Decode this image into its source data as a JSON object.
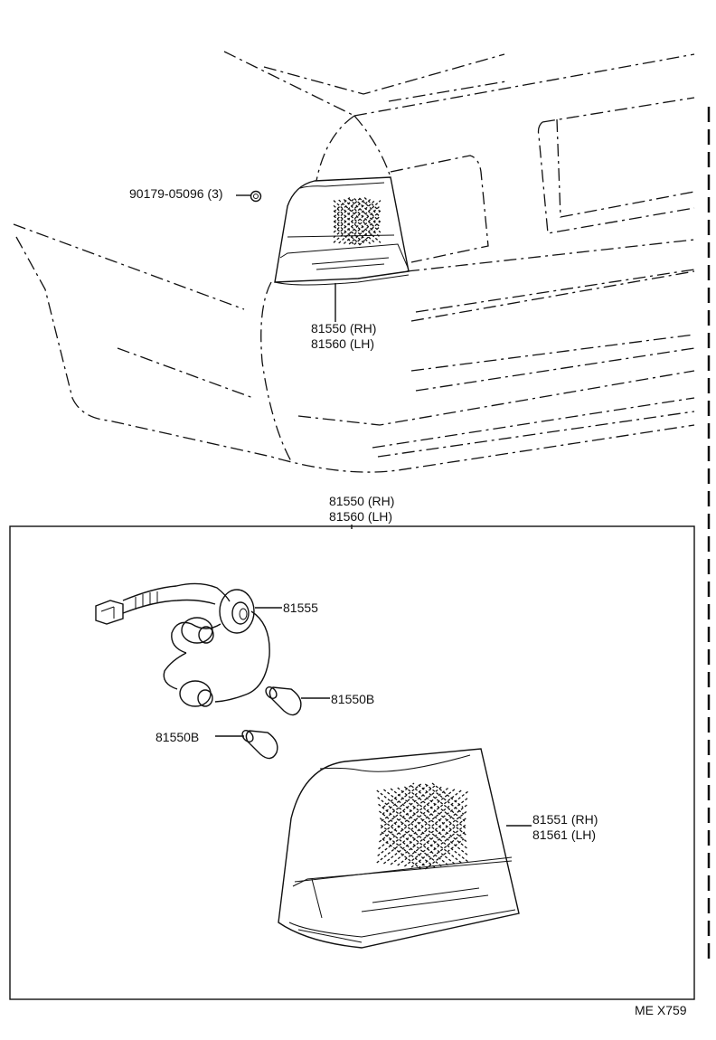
{
  "callouts": {
    "nut": "90179-05096 (3)",
    "lamp_top_rh": "81550 (RH)",
    "lamp_top_lh": "81560 (LH)",
    "assy_rh": "81550 (RH)",
    "assy_lh": "81560 (LH)",
    "socket": "81555",
    "bulb_right": "81550B",
    "bulb_left": "81550B",
    "lens_rh": "81551 (RH)",
    "lens_lh": "81561 (LH)"
  },
  "diagram_code": "ME X759"
}
